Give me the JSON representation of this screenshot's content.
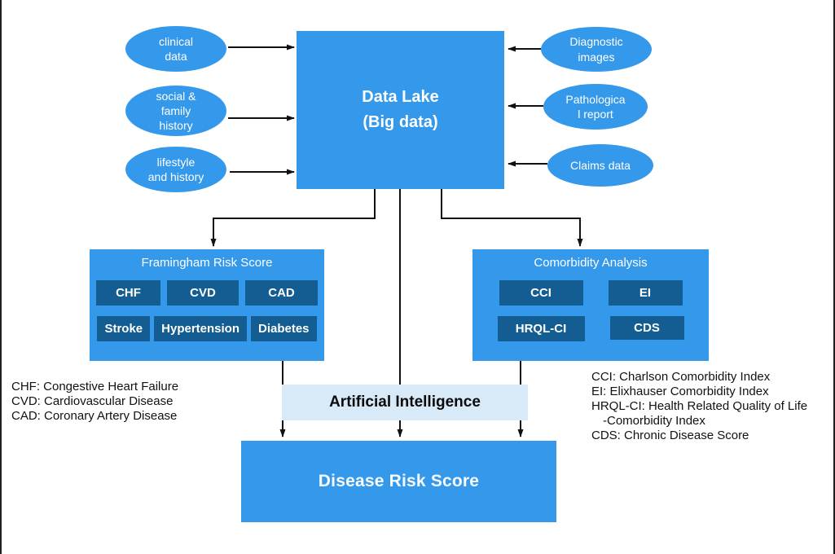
{
  "colors": {
    "node_blue": "#3498eb",
    "chip_blue": "#135d93",
    "ai_band_blue": "#d8e9f8",
    "arrow_black": "#111111",
    "text_white": "#ffffff"
  },
  "data_lake": {
    "label": "Data Lake\n(Big data)"
  },
  "sources": {
    "left": [
      "clinical\ndata",
      "social &\nfamily\nhistory",
      "lifestyle\nand history"
    ],
    "right": [
      "Diagnostic\nimages",
      "Pathologica\nl report",
      "Claims data"
    ]
  },
  "framingham": {
    "title": "Framingham Risk Score",
    "row1": [
      "CHF",
      "CVD",
      "CAD"
    ],
    "row2": [
      "Stroke",
      "Hypertension",
      "Diabetes"
    ]
  },
  "comorbidity": {
    "title": "Comorbidity Analysis",
    "row1": [
      "CCI",
      "EI"
    ],
    "row2": [
      "HRQL-CI",
      "CDS"
    ]
  },
  "ai": {
    "label": "Artificial Intelligence"
  },
  "disease_risk": {
    "label": "Disease Risk Score"
  },
  "legend_left": {
    "lines": [
      "CHF: Congestive Heart Failure",
      "CVD: Cardiovascular Disease",
      "CAD: Coronary Artery Disease"
    ]
  },
  "legend_right": {
    "lines": [
      "CCI: Charlson Comorbidity Index",
      "EI: Elixhauser Comorbidity Index",
      "HRQL-CI: Health Related Quality of Life",
      "-Comorbidity Index",
      "CDS: Chronic Disease Score"
    ]
  }
}
